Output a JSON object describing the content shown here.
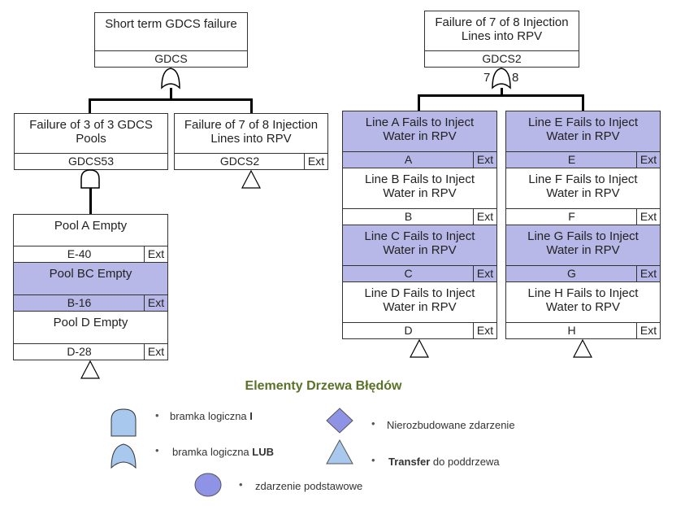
{
  "left_tree": {
    "top": {
      "title": "Short term GDCS failure",
      "id": "GDCS"
    },
    "child_a": {
      "title": "Failure of 3 of 3 GDCS Pools",
      "id": "GDCS53"
    },
    "child_b": {
      "title": "Failure of 7 of 8 Injection Lines into RPV",
      "id": "GDCS2",
      "ext": "Ext"
    },
    "pools": [
      {
        "title": "Pool A Empty",
        "id": "E-40",
        "ext": "Ext"
      },
      {
        "title": "Pool BC Empty",
        "id": "B-16",
        "ext": "Ext"
      },
      {
        "title": "Pool D Empty",
        "id": "D-28",
        "ext": "Ext"
      }
    ]
  },
  "right_tree": {
    "top": {
      "title": "Failure of 7 of 8 Injection Lines into RPV",
      "id": "GDCS2"
    },
    "vote_left": "7",
    "vote_right": "8",
    "col1": [
      {
        "title": "Line A Fails to Inject Water in RPV",
        "id": "A",
        "ext": "Ext"
      },
      {
        "title": "Line B Fails to Inject Water in RPV",
        "id": "B",
        "ext": "Ext"
      },
      {
        "title": "Line C Fails to Inject Water in RPV",
        "id": "C",
        "ext": "Ext"
      },
      {
        "title": "Line D Fails to Inject Water in RPV",
        "id": "D",
        "ext": "Ext"
      }
    ],
    "col2": [
      {
        "title": "Line E Fails to Inject Water in RPV",
        "id": "E",
        "ext": "Ext"
      },
      {
        "title": "Line F Fails to Inject Water in RPV",
        "id": "F",
        "ext": "Ext"
      },
      {
        "title": "Line G Fails to Inject Water in RPV",
        "id": "G",
        "ext": "Ext"
      },
      {
        "title": "Line H Fails to Inject Water to RPV",
        "id": "H",
        "ext": "Ext"
      }
    ]
  },
  "legend": {
    "title": "Elementy Drzewa Błędów",
    "and_gate_prefix": "bramka logiczna ",
    "and_gate_bold": "I",
    "or_gate_prefix": "bramka logiczna ",
    "or_gate_bold": "LUB",
    "undeveloped": "Nierozbudowane zdarzenie",
    "transfer_bold": "Transfer",
    "transfer_suffix": " do poddrzewa",
    "basic_event": "zdarzenie podstawowe",
    "bullet": "•"
  },
  "colors": {
    "highlight": "#b7b7e8",
    "legend_title": "#5a7228",
    "legend_shape_fill": "#a9c8ee",
    "basic_event_fill": "#8f93e6",
    "undeveloped_fill": "#8f93e6"
  }
}
